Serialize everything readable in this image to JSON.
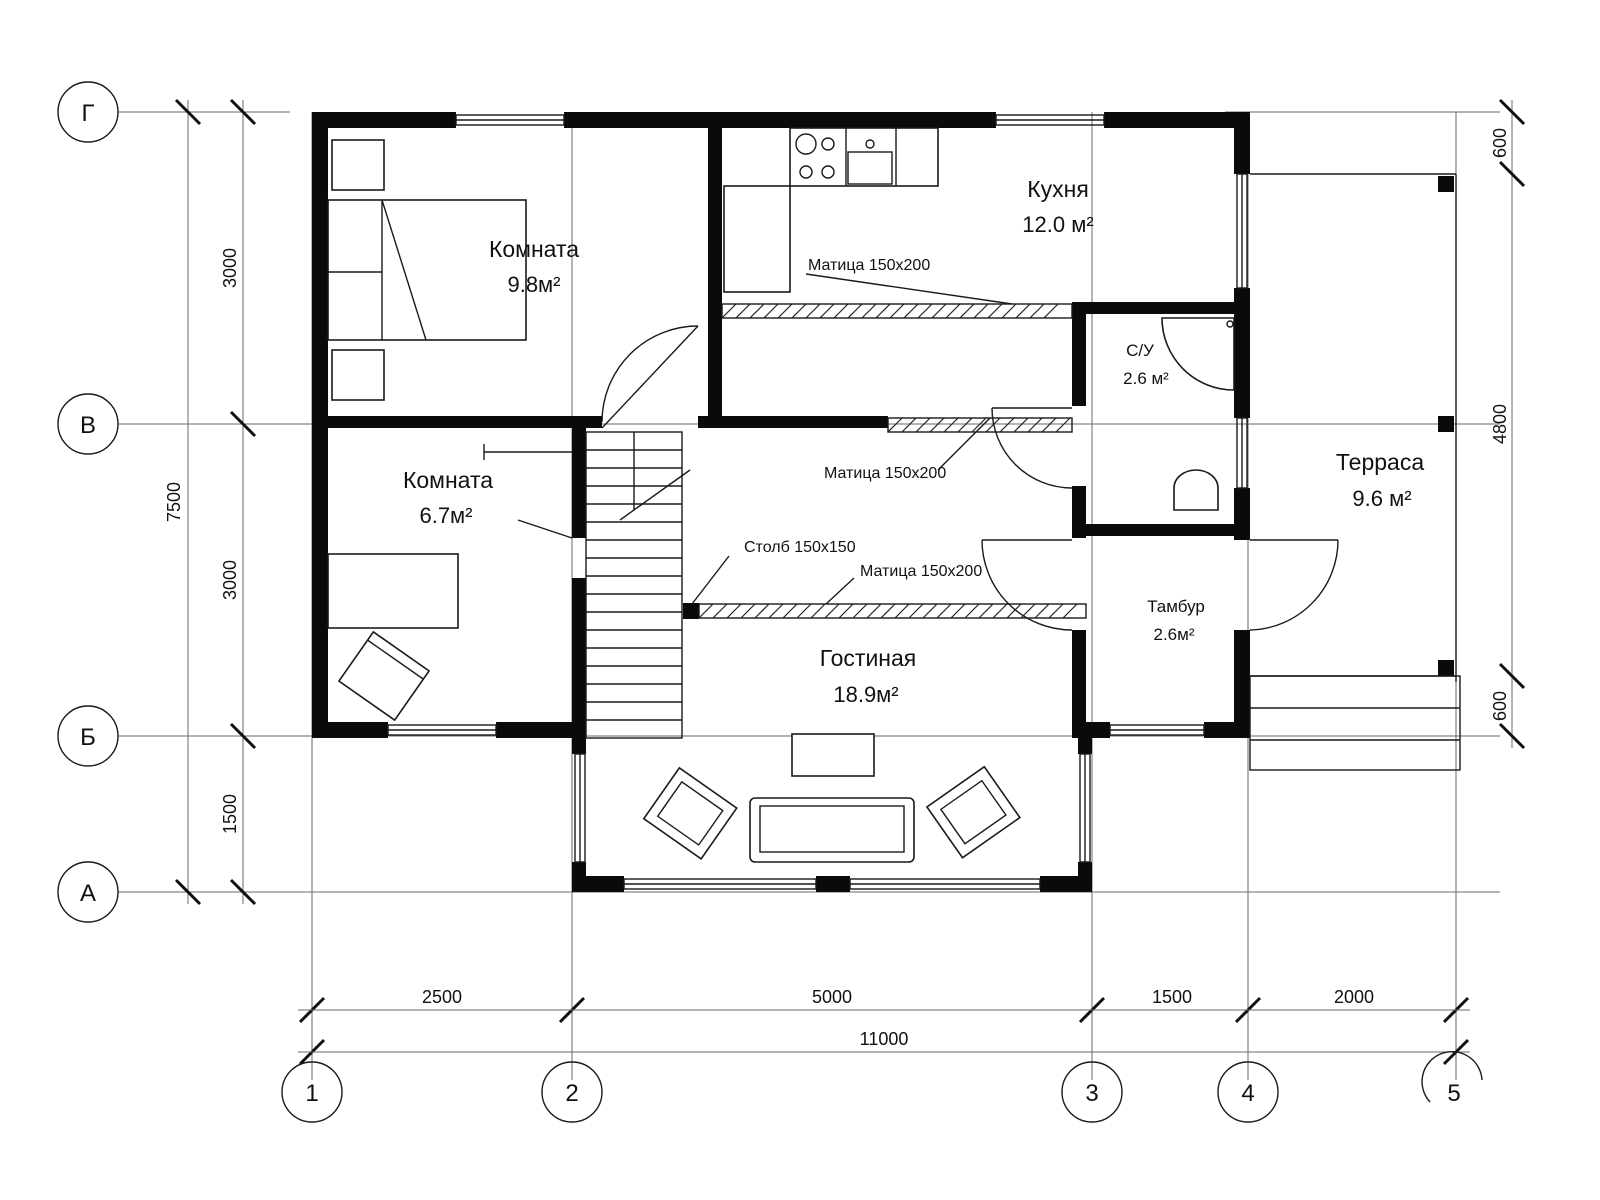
{
  "axes": {
    "rows": [
      "Г",
      "В",
      "Б",
      "А"
    ],
    "columns": [
      "1",
      "2",
      "3",
      "4",
      "5"
    ]
  },
  "rooms": [
    {
      "name": "Комната",
      "area": "9.8м²"
    },
    {
      "name": "Кухня",
      "area": "12.0 м²"
    },
    {
      "name": "С/У",
      "area": "2.6 м²"
    },
    {
      "name": "Комната",
      "area": "6.7м²"
    },
    {
      "name": "Терраса",
      "area": "9.6 м²"
    },
    {
      "name": "Тамбур",
      "area": "2.6м²"
    },
    {
      "name": "Гостиная",
      "area": "18.9м²"
    }
  ],
  "beams": [
    "Матица 150х200",
    "Матица 150х200",
    "Столб 150х150",
    "Матица 150х200"
  ],
  "dimensions": {
    "bottom": [
      "2500",
      "5000",
      "1500",
      "2000"
    ],
    "bottom_total": "11000",
    "left": [
      "3000",
      "3000",
      "1500"
    ],
    "left_total": "7500",
    "right": [
      "600",
      "4800",
      "600"
    ]
  }
}
